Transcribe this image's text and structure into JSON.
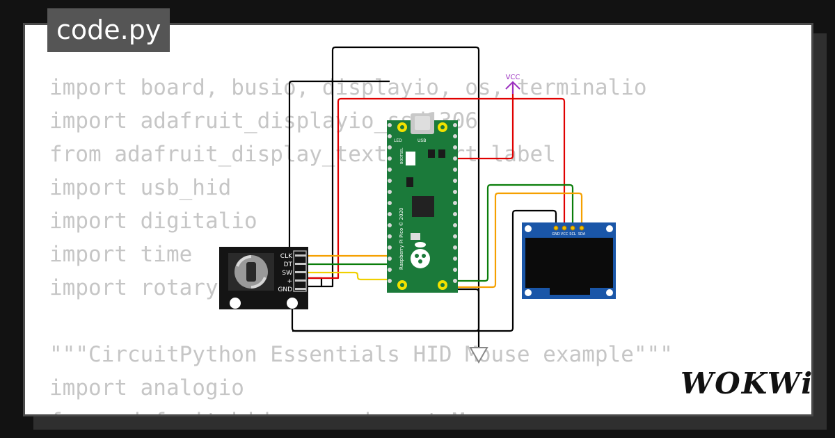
{
  "file_tab": {
    "label": "code.py"
  },
  "code_lines": [
    "import board, busio, displayio, os, terminalio",
    "import adafruit_displayio_ssd1306",
    "from adafruit_display_text import label",
    "import usb_hid",
    "import digitalio",
    "import time",
    "import rotary",
    "",
    "\"\"\"CircuitPython Essentials HID Mouse example\"\"\"",
    "import analogio",
    "from adafruit_hid.mouse import Mouse"
  ],
  "brand": {
    "logo_text": "WOKWi"
  },
  "power_labels": {
    "vcc": "VCC"
  },
  "encoder": {
    "pins": [
      "CLK",
      "DT",
      "SW",
      "+",
      "GND"
    ]
  },
  "pico": {
    "board_text": "Raspberry Pi Pico © 2020",
    "led_label": "LED",
    "usb_label": "USB",
    "bootsel_label": "BOOTSEL"
  },
  "oled": {
    "pins": [
      "GND",
      "VCC",
      "SCL",
      "SDA"
    ]
  },
  "colors": {
    "wire_black": "#000000",
    "wire_red": "#e00000",
    "wire_green": "#0a7d0a",
    "wire_orange": "#f5a000",
    "wire_yellow": "#f0d000",
    "vcc_symbol": "#9b30c0",
    "pico_board": "#1b7a3a",
    "oled_board": "#1a56a8"
  },
  "icons": [
    "vcc-arrow-icon",
    "ground-symbol-icon",
    "raspberry-logo-icon",
    "rotary-knob-icon"
  ]
}
